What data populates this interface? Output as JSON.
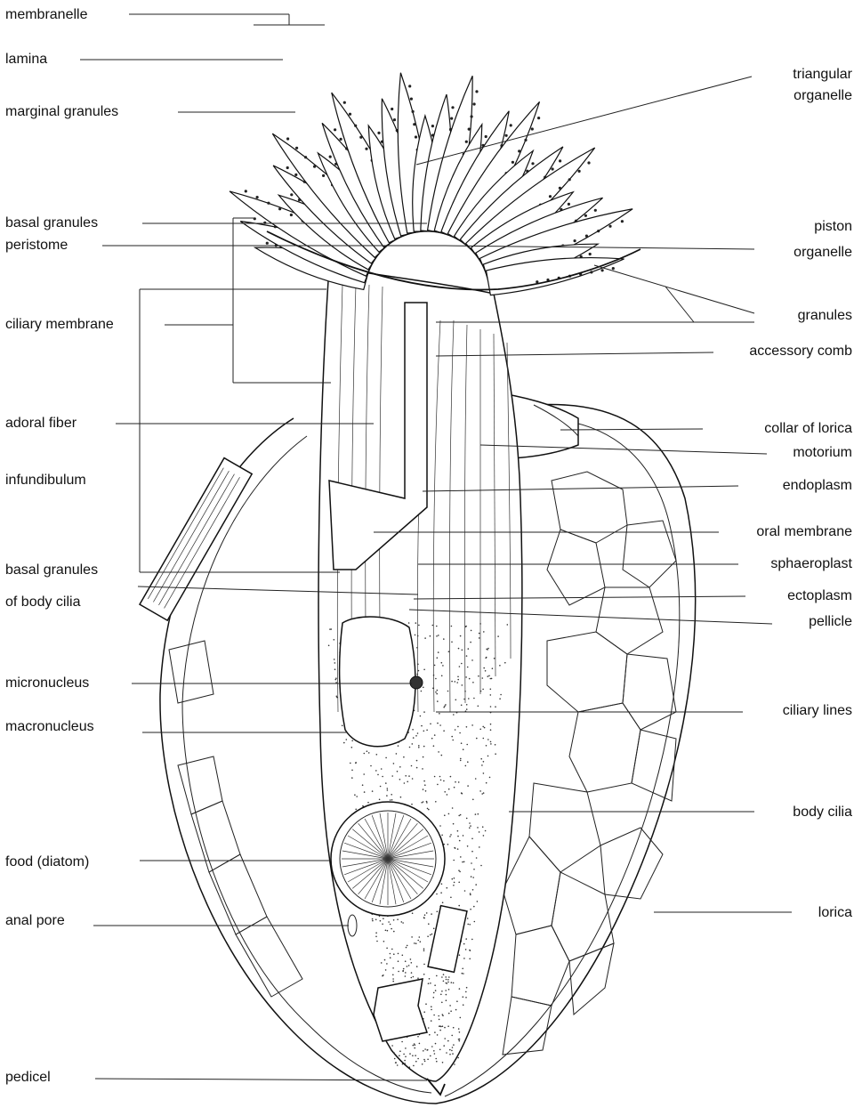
{
  "labels_left": [
    "membranelle",
    "lamina",
    "marginal granules",
    "basal granules",
    "peristome",
    "ciliary membrane",
    "adoral fiber",
    "infundibulum",
    "basal granules",
    "of body cilia",
    "micronucleus",
    "macronucleus",
    "food (diatom)",
    "anal pore",
    "pedicel"
  ],
  "labels_right": [
    "triangular",
    "organelle",
    "piston",
    "organelle",
    "granules",
    "accessory comb",
    "collar of lorica",
    "motorium",
    "endoplasm",
    "oral membrane",
    "sphaeroplast",
    "ectoplasm",
    "pellicle",
    "ciliary lines",
    "body cilia",
    "lorica"
  ]
}
